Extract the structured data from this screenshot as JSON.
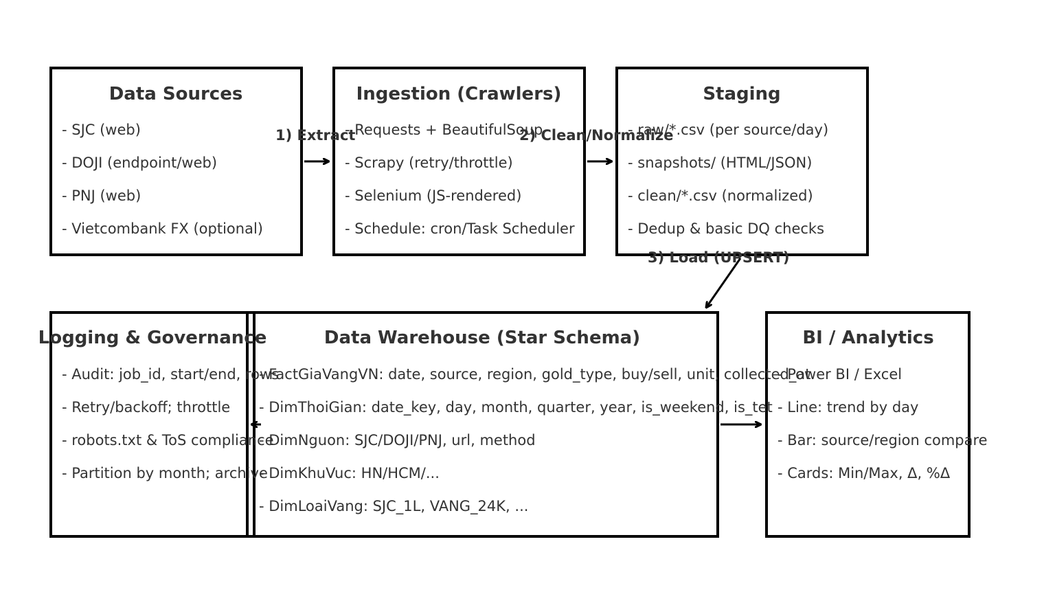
{
  "nodes": {
    "data_sources": {
      "title": "Data Sources",
      "lines": [
        "- SJC (web)",
        "- DOJI (endpoint/web)",
        "- PNJ (web)",
        "- Vietcombank FX (optional)"
      ]
    },
    "ingestion": {
      "title": "Ingestion (Crawlers)",
      "lines": [
        "- Requests + BeautifulSoup",
        "- Scrapy (retry/throttle)",
        "- Selenium (JS-rendered)",
        "- Schedule: cron/Task Scheduler"
      ]
    },
    "staging": {
      "title": "Staging",
      "lines": [
        "- raw/*.csv (per source/day)",
        "- snapshots/ (HTML/JSON)",
        "- clean/*.csv (normalized)",
        "- Dedup & basic DQ checks"
      ]
    },
    "logging": {
      "title": "Logging & Governance",
      "lines": [
        "- Audit: job_id, start/end, rows",
        "- Retry/backoff; throttle",
        "- robots.txt & ToS compliance",
        "- Partition by month; archive"
      ]
    },
    "warehouse": {
      "title": "Data Warehouse (Star Schema)",
      "lines": [
        "- FactGiaVangVN: date, source, region, gold_type, buy/sell, unit, collected_at",
        "- DimThoiGian: date_key, day, month, quarter, year, is_weekend, is_tet",
        "- DimNguon: SJC/DOJI/PNJ, url, method",
        "- DimKhuVuc: HN/HCM/...",
        "- DimLoaiVang: SJC_1L, VANG_24K, ..."
      ]
    },
    "bi": {
      "title": "BI / Analytics",
      "lines": [
        "- Power BI / Excel",
        "- Line: trend by day",
        "- Bar: source/region compare",
        "- Cards: Min/Max, Δ, %Δ"
      ]
    }
  },
  "edges": {
    "extract": "1) Extract",
    "clean": "2) Clean/Normalize",
    "load": "3) Load (UPSERT)"
  }
}
